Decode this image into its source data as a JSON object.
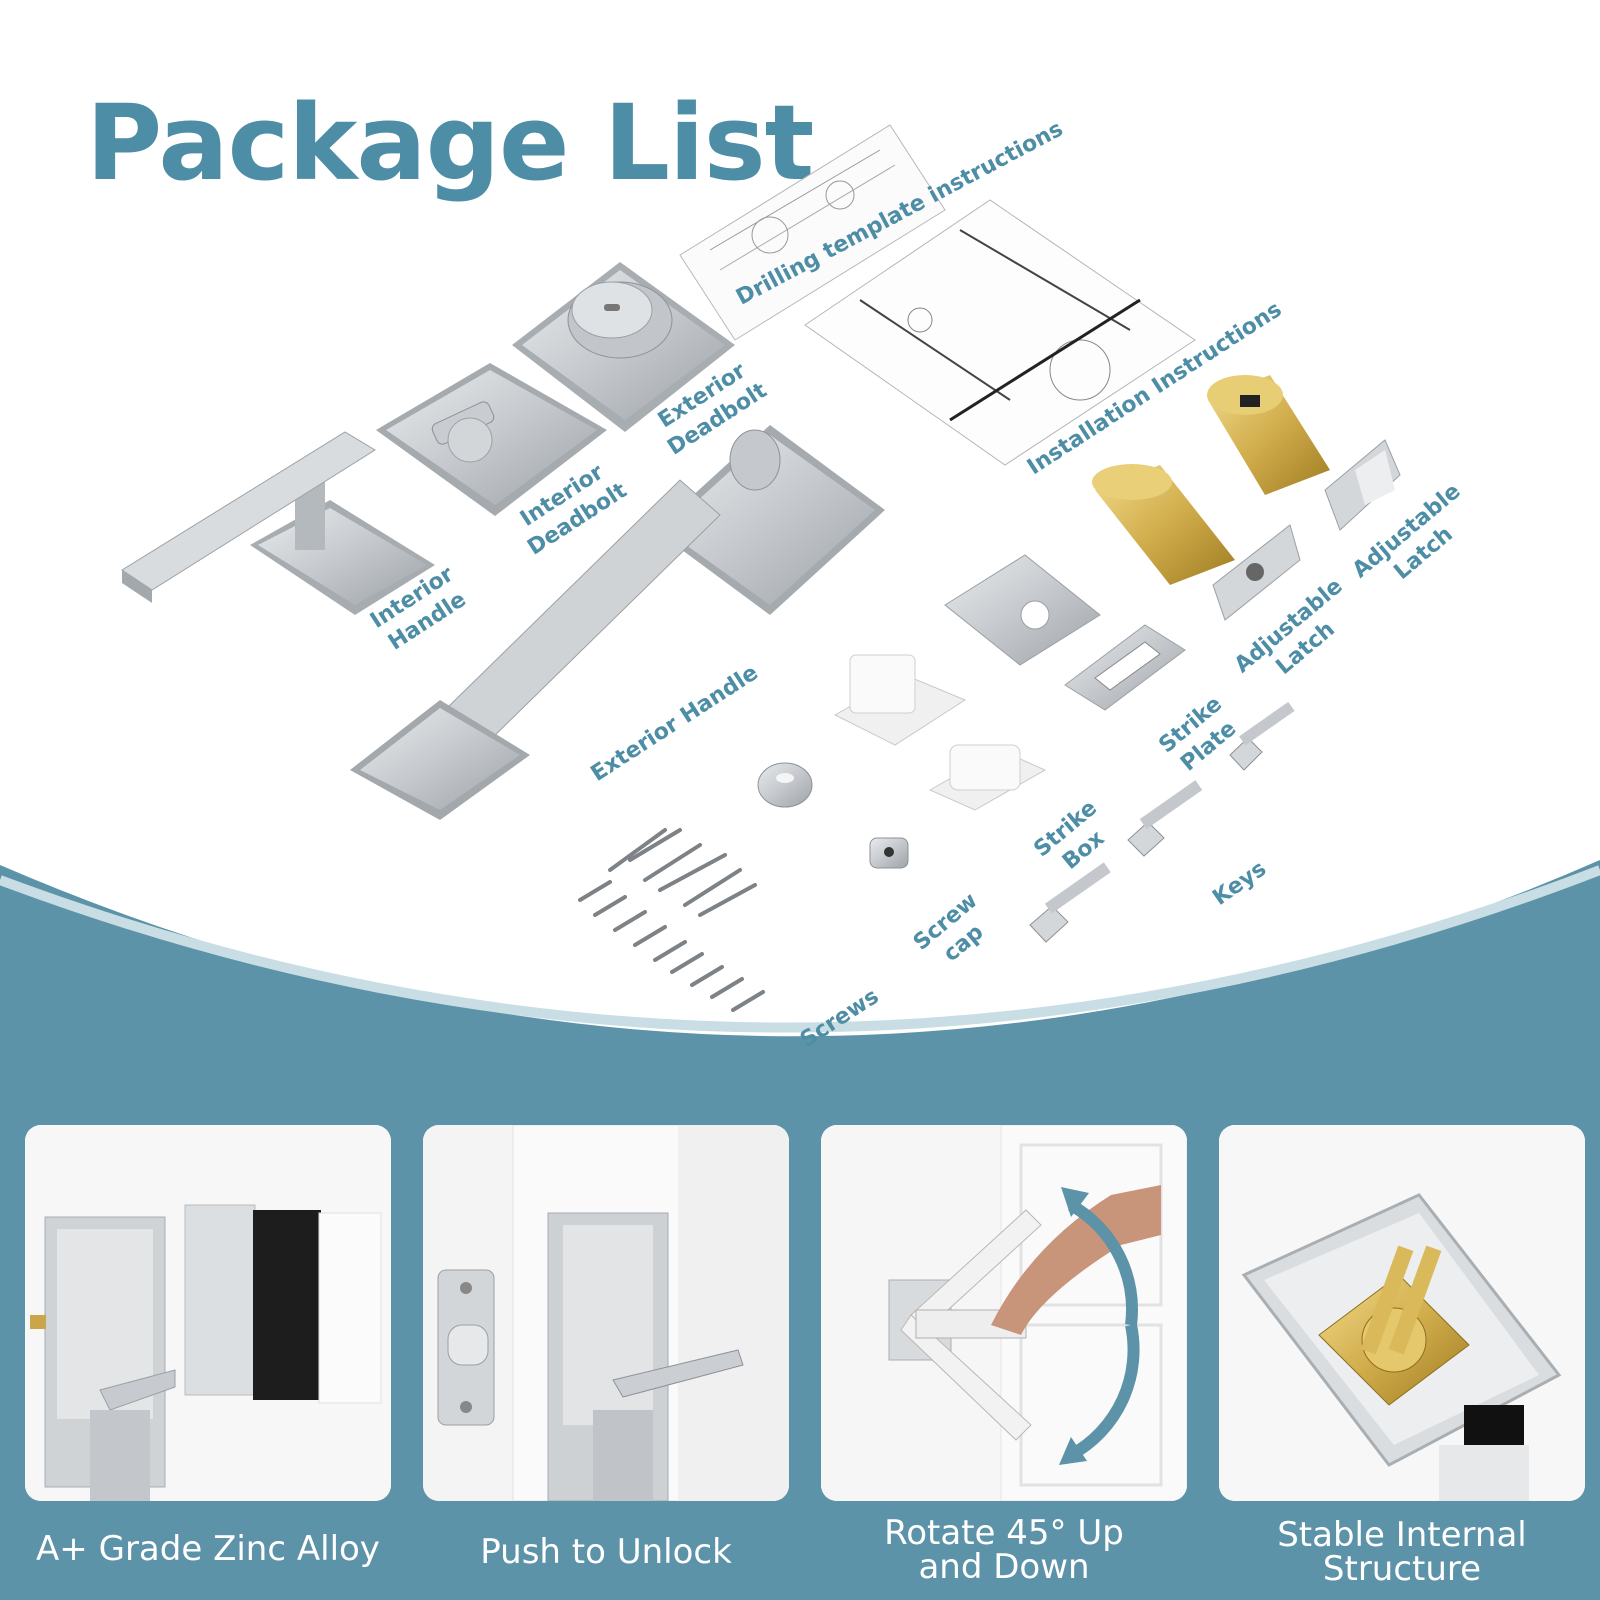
{
  "title": "Package List",
  "colors": {
    "accent": "#4d8da6",
    "band": "#5c93a8",
    "background": "#ffffff"
  },
  "labels": {
    "drilling_template": "Drilling template instructions",
    "installation": "Installation Instructions",
    "exterior_deadbolt": [
      "Exterior",
      "Deadbolt"
    ],
    "interior_deadbolt": [
      "Interior",
      "Deadbolt"
    ],
    "interior_handle": [
      "Interior",
      "Handle"
    ],
    "exterior_handle": "Exterior Handle",
    "adjustable_latch_1": [
      "Adjustable",
      "Latch"
    ],
    "adjustable_latch_2": [
      "Adjustable",
      "Latch"
    ],
    "strike_plate": [
      "Strike",
      "Plate"
    ],
    "strike_box": [
      "Strike",
      "Box"
    ],
    "keys": "Keys",
    "screw_cap": [
      "Screw",
      "cap"
    ],
    "screws": "Screws"
  },
  "features": [
    {
      "caption": [
        "A+ Grade Zinc Alloy"
      ]
    },
    {
      "caption": [
        "Push to Unlock"
      ]
    },
    {
      "caption": [
        "Rotate 45° Up",
        "and Down"
      ]
    },
    {
      "caption": [
        "Stable Internal",
        "Structure"
      ]
    }
  ]
}
